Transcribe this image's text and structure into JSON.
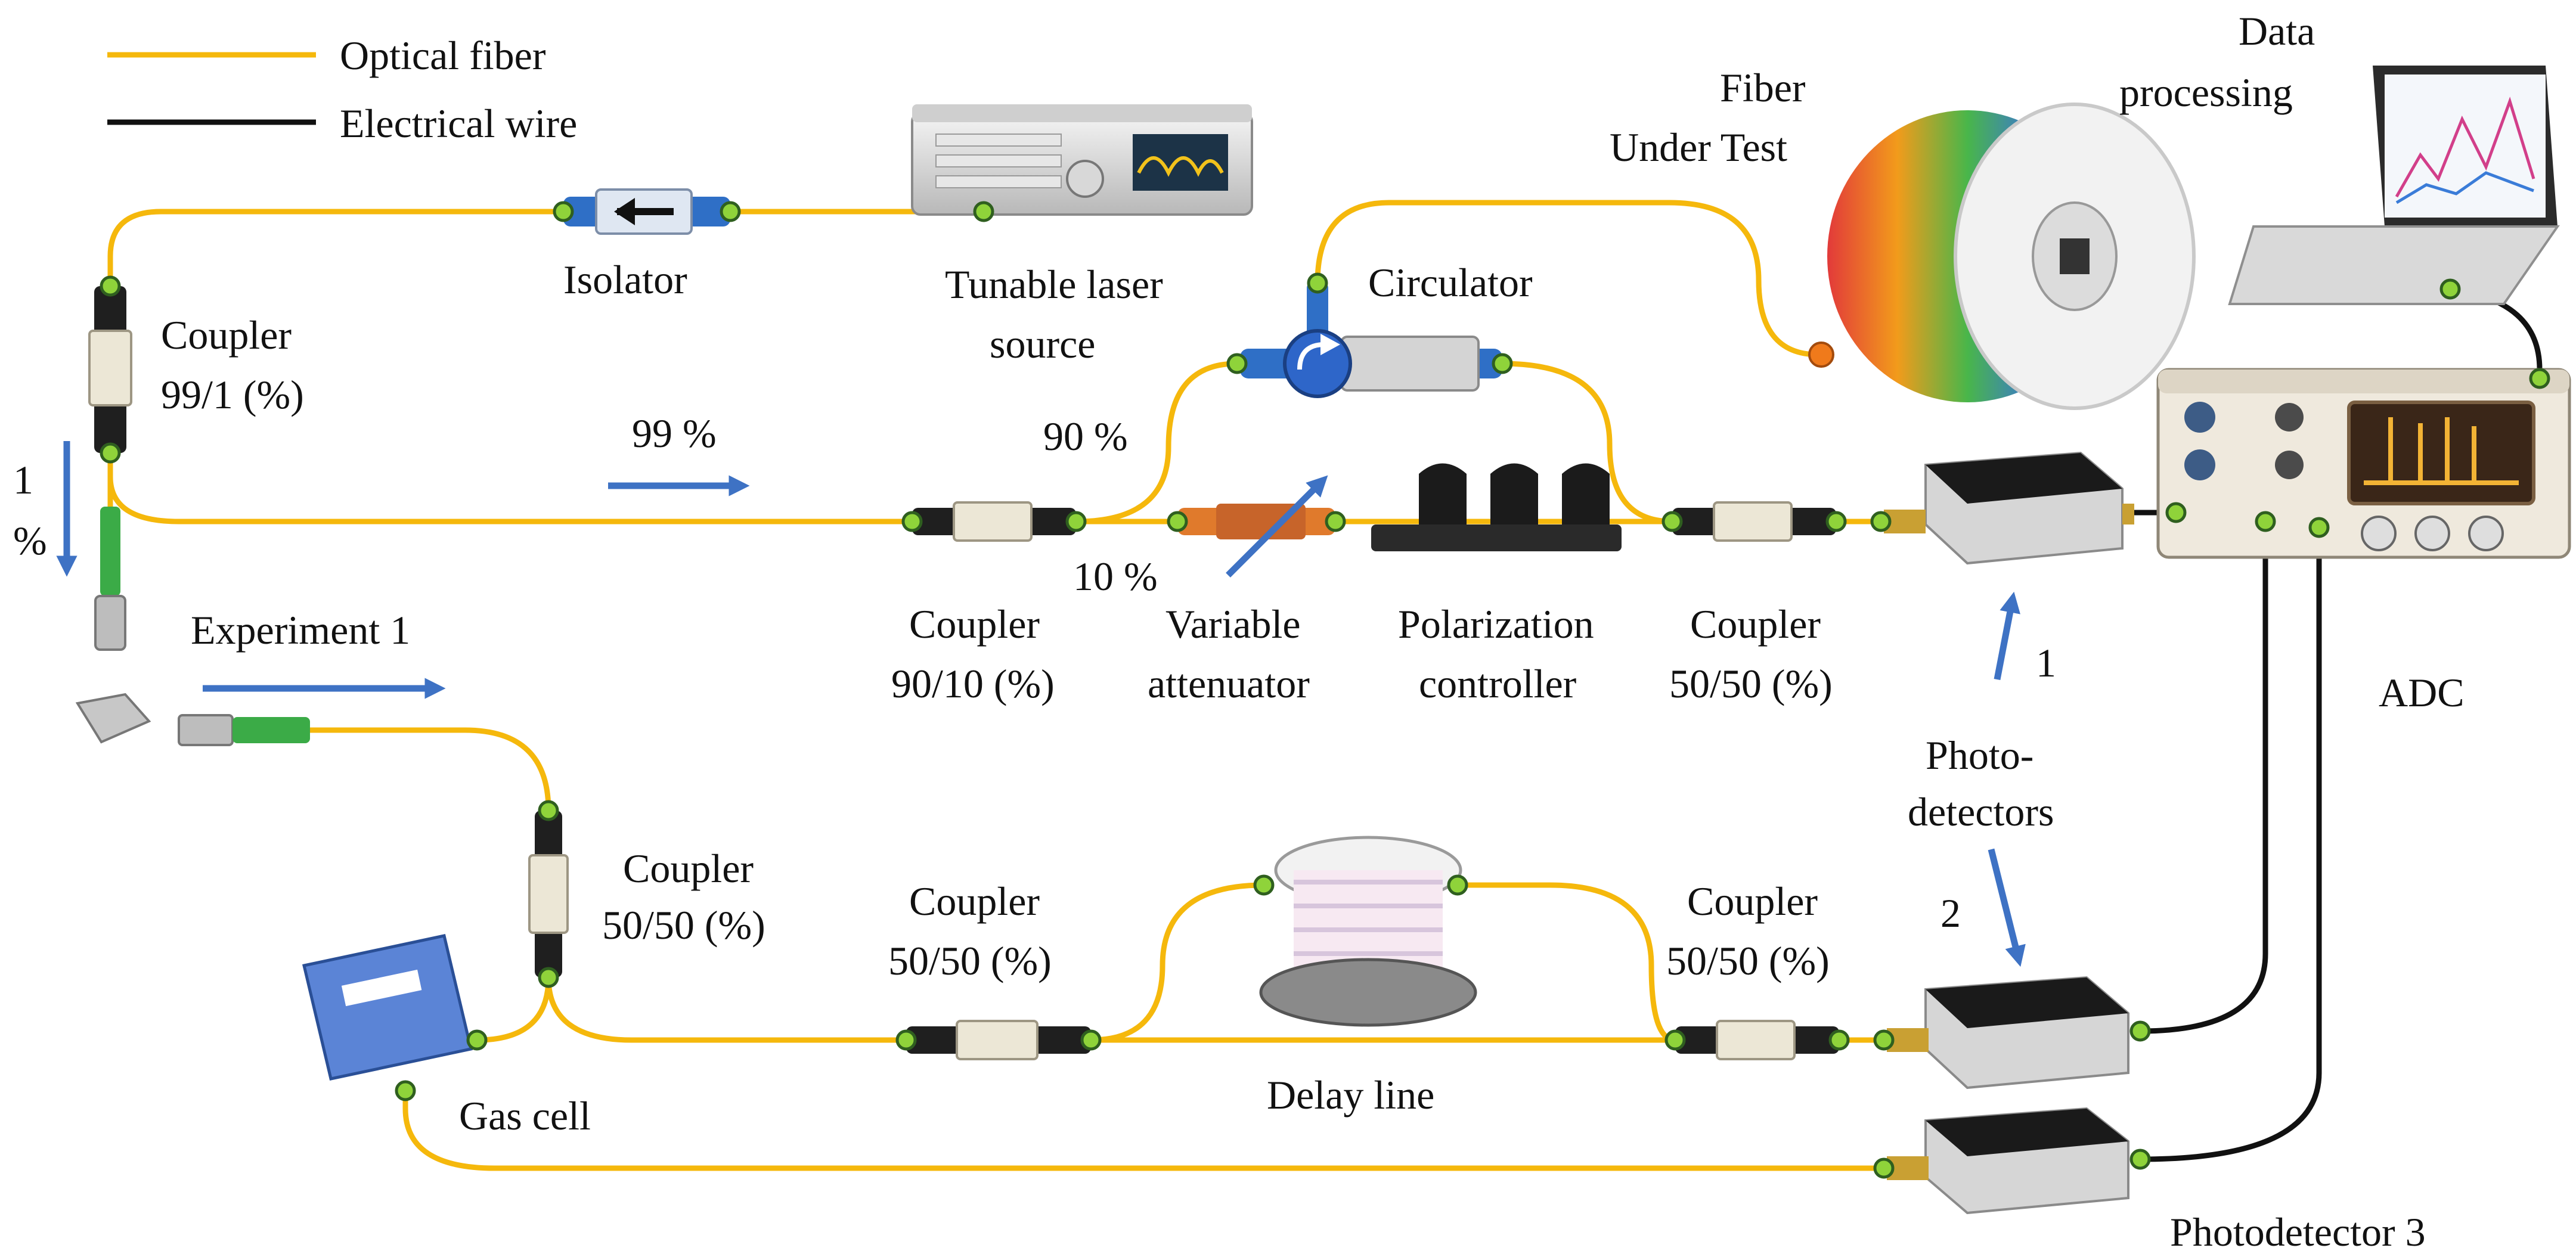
{
  "colors": {
    "fiber": "#f5b80c",
    "wire": "#111111",
    "connector": "#8fd33a",
    "arrow": "#3e72c4",
    "coupler_body": "#ece7d6"
  },
  "legend": {
    "fiber_label": "Optical fiber",
    "wire_label": "Electrical wire"
  },
  "labels": {
    "isolator": "Isolator",
    "laser_line1": "Tunable laser",
    "laser_line2": "source",
    "circulator": "Circulator",
    "fut_line1": "Fiber",
    "fut_line2": "Under Test",
    "data_line1": "Data",
    "data_line2": "processing",
    "coupler_99_line1": "Coupler",
    "coupler_99_line2": "99/1 (%)",
    "pct_99": "99 %",
    "pct_90": "90 %",
    "pct_10": "10 %",
    "pct_1_line1": "1",
    "pct_1_line2": "%",
    "experiment": "Experiment 1",
    "coupler_9010_line1": "Coupler",
    "coupler_9010_line2": "90/10 (%)",
    "attenuator_line1": "Variable",
    "attenuator_line2": "attenuator",
    "polarization_line1": "Polarization",
    "polarization_line2": "controller",
    "coupler_5050a_line1": "Coupler",
    "coupler_5050a_line2": "50/50 (%)",
    "adc": "ADC",
    "pd_line1": "Photo-",
    "pd_line2": "detectors",
    "pd_num1": "1",
    "pd_num2": "2",
    "coupler_5050b_line1": "Coupler",
    "coupler_5050b_line2": "50/50 (%)",
    "coupler_5050c_line1": "Coupler",
    "coupler_5050c_line2": "50/50 (%)",
    "coupler_5050d_line1": "Coupler",
    "coupler_5050d_line2": "50/50 (%)",
    "delay_line": "Delay line",
    "gas_cell": "Gas cell",
    "pd3": "Photodetector 3"
  }
}
